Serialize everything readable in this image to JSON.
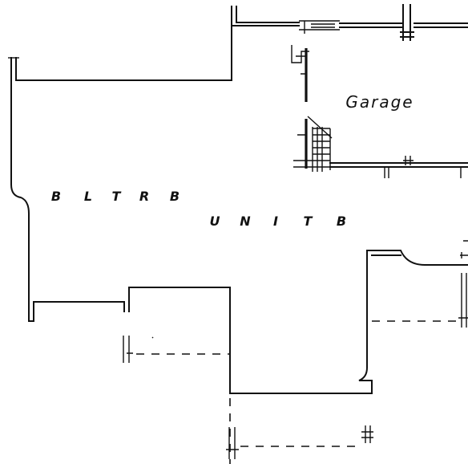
{
  "labels": {
    "garage": "Garage",
    "unit_line1": [
      "B",
      "L",
      "T",
      "R",
      "B"
    ],
    "unit_line2": [
      "U",
      "N",
      "I",
      "T",
      "B"
    ]
  }
}
